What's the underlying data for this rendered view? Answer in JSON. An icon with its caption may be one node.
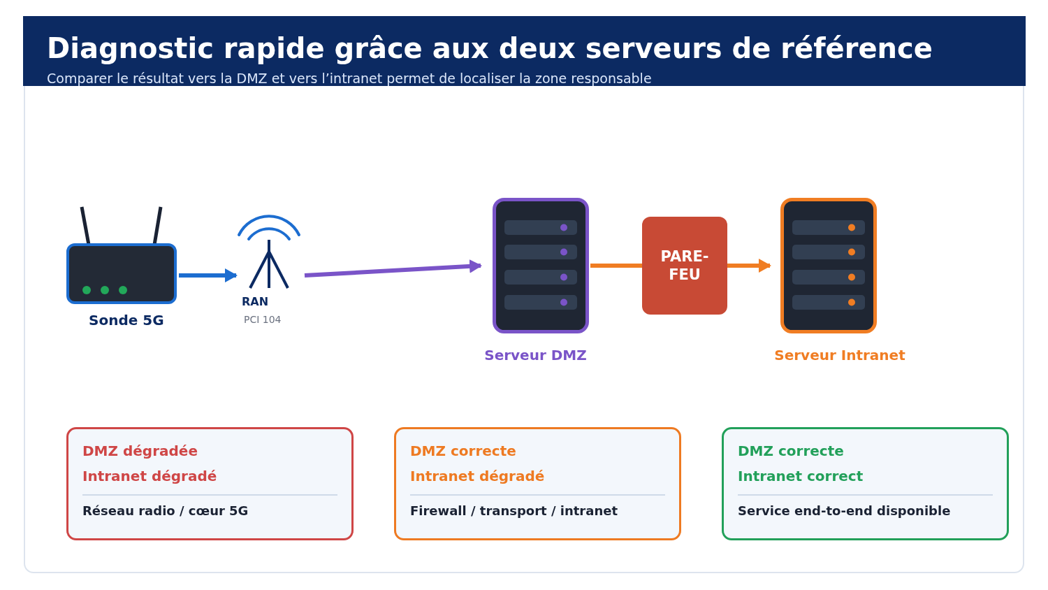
{
  "diagram": {
    "title": "Diagnostic rapide grâce aux deux serveurs de référence",
    "caption": "Comparer le résultat vers la DMZ et vers l’intranet permet de localiser la zone responsable",
    "nodes": [
      {
        "text": [
          "Sonde 5G"
        ]
      },
      {
        "text": [
          "RAN",
          "PCI 104"
        ]
      },
      {
        "text": [
          "Serveur DMZ"
        ]
      },
      {
        "text": [
          "PARE- FEU"
        ]
      },
      {
        "text": [
          "Serveur Intranet"
        ]
      },
      {
        "text": [
          "DMZ dégradée",
          "Intranet dégradé",
          "Réseau radio / cœur 5G"
        ]
      },
      {
        "text": [
          "DMZ correcte",
          "Intranet dégradé",
          "Firewall / transport / intranet"
        ]
      },
      {
        "text": [
          "DMZ correcte",
          "Intranet correct",
          "Service end-to-end disponible"
        ]
      }
    ],
    "edges": [
      {
        "from": 0,
        "to": 1,
        "arrow": "to",
        "color": "#1c6dd0"
      },
      {
        "from": 1,
        "to": 2,
        "arrow": "to",
        "color": "#7a54c8"
      },
      {
        "from": 2,
        "to": 3,
        "arrow": "none"
      },
      {
        "from": 3,
        "to": 4,
        "arrow": "to"
      }
    ]
  }
}
